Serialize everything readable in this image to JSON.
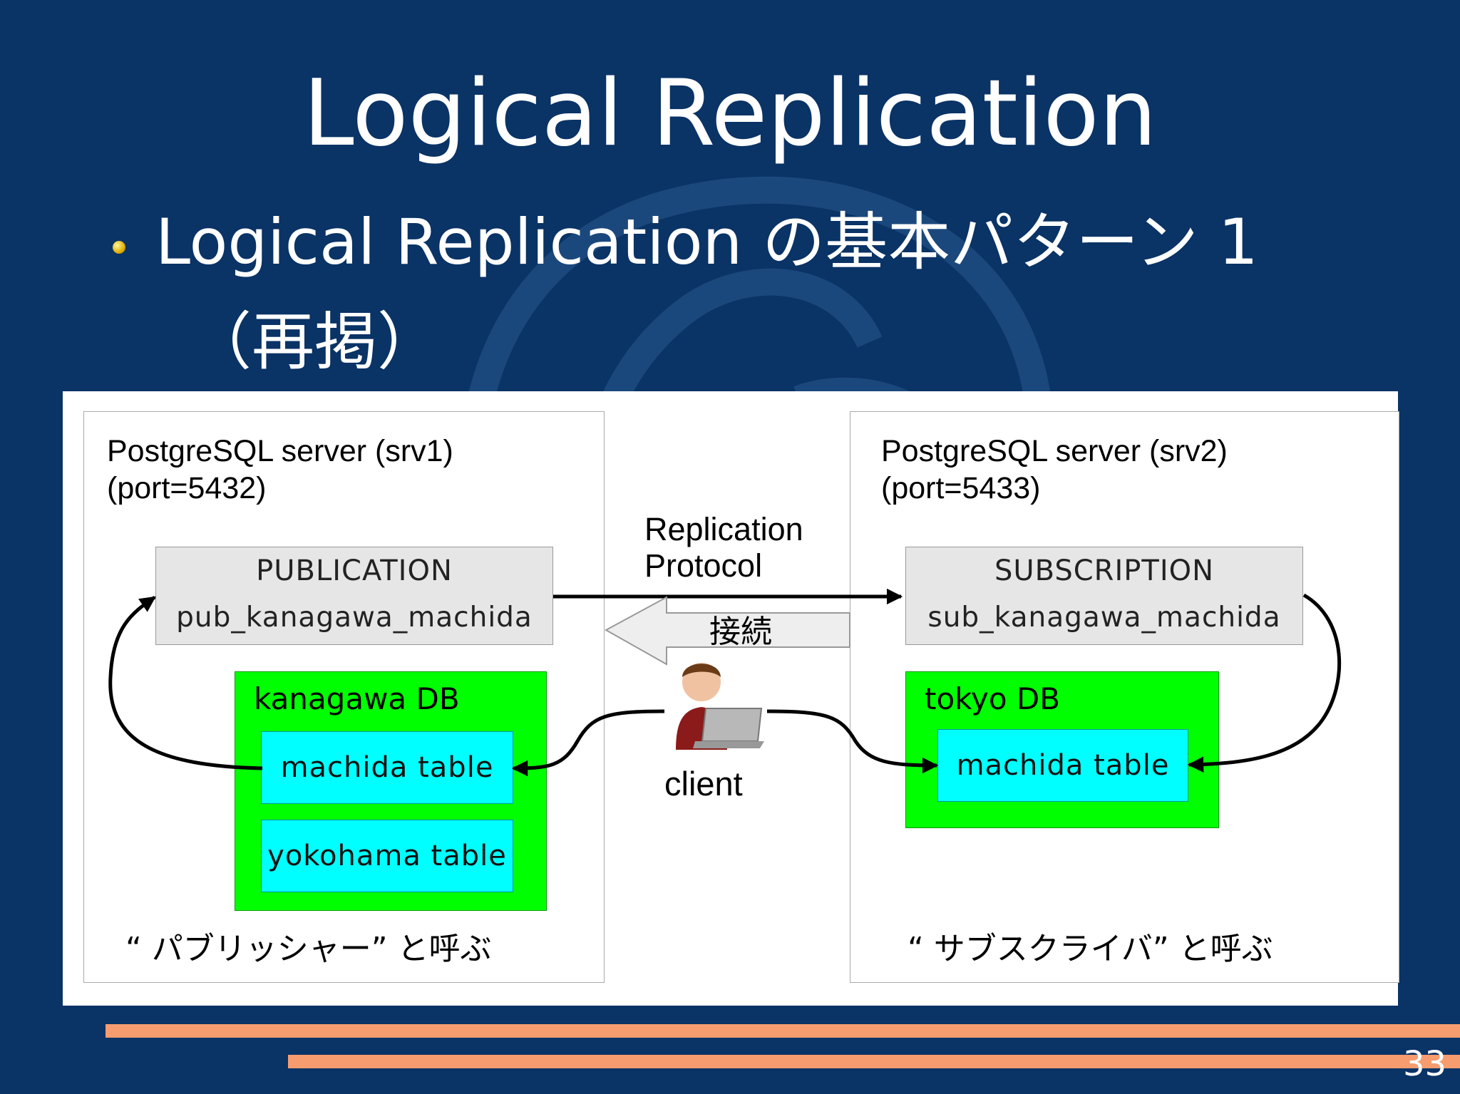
{
  "slide": {
    "title": "Logical Replication",
    "bullet_line1": "Logical Replication の基本パターン 1",
    "bullet_line2": "（再掲）",
    "page_number": "33"
  },
  "diagram": {
    "publisher": {
      "server_label_line1": "PostgreSQL server (srv1)",
      "server_label_line2": "(port=5432)",
      "box_title": "PUBLICATION",
      "box_name": "pub_kanagawa_machida",
      "db_label": "kanagawa DB",
      "tables": [
        "machida table",
        "yokohama table"
      ],
      "caption": "“ パブリッシャー”  と呼ぶ"
    },
    "subscriber": {
      "server_label_line1": "PostgreSQL server (srv2)",
      "server_label_line2": "(port=5433)",
      "box_title": "SUBSCRIPTION",
      "box_name": "sub_kanagawa_machida",
      "db_label": "tokyo DB",
      "tables": [
        "machida table"
      ],
      "caption": "“ サブスクライバ”  と呼ぶ"
    },
    "protocol_line1": "Replication",
    "protocol_line2": "Protocol",
    "connect_label": "接続",
    "client_label": "client"
  },
  "colors": {
    "background": "#0a3366",
    "db_fill": "#00ff00",
    "table_fill": "#00ffff",
    "box_fill": "#e6e6e6",
    "stripe": "#f79c6f"
  }
}
